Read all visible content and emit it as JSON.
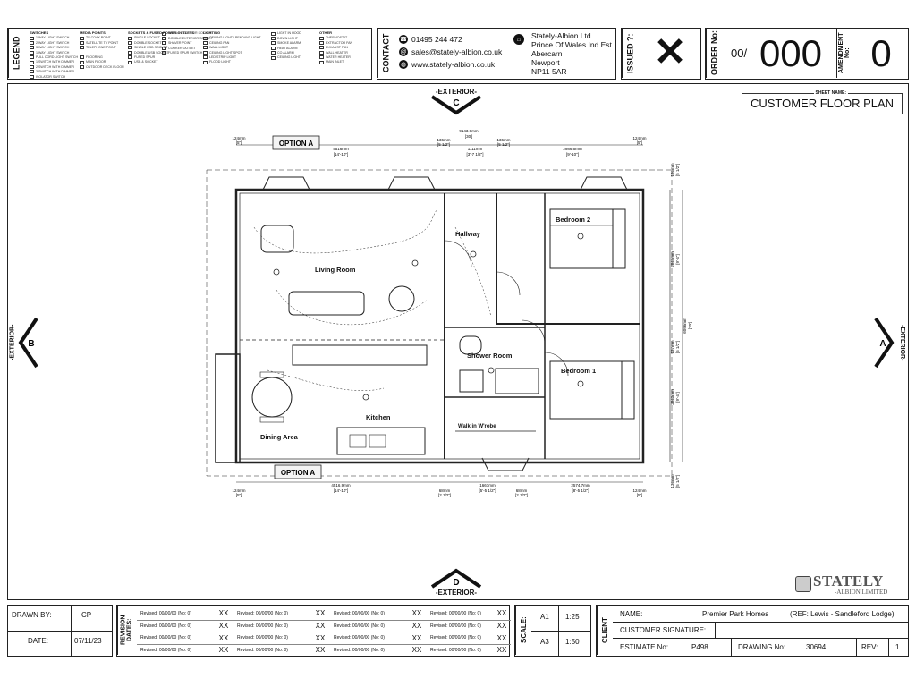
{
  "legend": {
    "label": "LEGEND",
    "columns": [
      {
        "title": "SWITCHES",
        "items": [
          "1 WAY LIGHT SWITCH",
          "2 WAY LIGHT SWITCH",
          "3 WAY LIGHT SWITCH",
          "1 WAY LIGHT SWITCH",
          "PULL CORD LIGHT SWITCH",
          "1 SWITCH WITH DIMMER",
          "2 SWITCH WITH DIMMER",
          "3 SWITCH WITH DIMMER",
          "ISOLATOR SWITCH"
        ]
      },
      {
        "title": "MEDIA POINTS",
        "items": [
          "TV COAX POINT",
          "SATELLITE TV POINT",
          "TELEPHONE POINT",
          "",
          "FLOORING",
          "MAIN FLOOR",
          "OUTDOOR DECK FLOOR"
        ]
      },
      {
        "title": "SOCKETS & FUSED POWER OUTLETS",
        "items": [
          "SINGLE SOCKET",
          "DOUBLE SOCKET",
          "SINGLE USB SOCKET",
          "DOUBLE USB SOCKET",
          "FUSED SPUR",
          "USB & SOCKET"
        ]
      },
      {
        "title": "",
        "items": [
          "SINGLE EXTERIOR SOCKET",
          "DOUBLE EXTERIOR SOCKET",
          "SHAVER POINT",
          "COOKER OUTLET",
          "FUSED SPUR SWITCH"
        ]
      },
      {
        "title": "LIGHTING",
        "items": [
          "CEILING LIGHT / PENDANT LIGHT",
          "CEILING FAN",
          "WALL LIGHT",
          "CEILING LIGHT SPOT",
          "LED STRIP LIGHT",
          "FLOOD LIGHT"
        ]
      },
      {
        "title": "",
        "items": [
          "LIGHT IN HOOD",
          "DOWN LIGHT",
          "SMOKE ALARM",
          "HEAT ALARM",
          "CO ALARM",
          "CEILING LIGHT"
        ]
      },
      {
        "title": "OTHER",
        "items": [
          "THERMOSTAT",
          "EXTRACTOR FAN",
          "EXHAUST FAN",
          "WALL HEATER",
          "WATER HEATER",
          "MAIN INLET"
        ]
      }
    ]
  },
  "contact": {
    "label": "CONTACT",
    "phone": "01495 244 472",
    "email": "sales@stately-albion.co.uk",
    "web": "www.stately-albion.co.uk",
    "address": [
      "Stately-Albion Ltd",
      "Prince Of Wales Ind Est",
      "Abercarn",
      "Newport",
      "NP11 5AR"
    ]
  },
  "issued": {
    "label": "ISSUED ?:",
    "value": "✕"
  },
  "order": {
    "label": "ORDER No:",
    "prefix": "00/",
    "value": "000"
  },
  "amendment": {
    "label": "AMENDMENT No:",
    "value": "0"
  },
  "sheet": {
    "label": "SHEET NAME:",
    "value": "CUSTOMER FLOOR PLAN"
  },
  "exterior": {
    "top": "-EXTERIOR-",
    "top_letter": "C",
    "bottom": "-EXTERIOR-",
    "bottom_letter": "D",
    "left": "-EXTERIOR-",
    "left_letter": "B",
    "right": "-EXTERIOR-",
    "right_letter": "A"
  },
  "plan": {
    "option_top": "OPTION A",
    "option_bottom": "OPTION A",
    "rooms": {
      "living": "Living Room",
      "hallway": "Hallway",
      "bed2": "Bedroom 2",
      "bed1": "Bedroom 1",
      "shower": "Shower Room",
      "kitchen": "Kitchen",
      "dining": "Dining Area",
      "wardrobe": "Walk in W'robe"
    },
    "dims_top": [
      {
        "mm": "124mm",
        "ft": "[5\"]"
      },
      {
        "mm": "4516mm",
        "ft": "[14'-10\"]"
      },
      {
        "mm": "136mm",
        "ft": "[5 1/2\"]"
      },
      {
        "mm": "1111mm",
        "ft": "[3'-7 1/2\"]"
      },
      {
        "mm": "136mm",
        "ft": "[5 1/2\"]"
      },
      {
        "mm": "2986.6mm",
        "ft": "[9'-10\"]"
      },
      {
        "mm": "124mm",
        "ft": "[5\"]"
      }
    ],
    "overall_top": {
      "mm": "9143.9mm",
      "ft": "[30']"
    },
    "dims_bottom": [
      {
        "mm": "124mm",
        "ft": "[5\"]"
      },
      {
        "mm": "4516.9mm",
        "ft": "[14'-10\"]"
      },
      {
        "mm": "68mm",
        "ft": "[2 1/2\"]"
      },
      {
        "mm": "1667mm",
        "ft": "[5'-5 1/2\"]"
      },
      {
        "mm": "68mm",
        "ft": "[2 1/2\"]"
      },
      {
        "mm": "2574.7mm",
        "ft": "[8'-5 1/2\"]"
      },
      {
        "mm": "124mm",
        "ft": "[5\"]"
      }
    ],
    "dims_right": [
      {
        "mm": "136mm",
        "ft": "[5 1/2\"]"
      },
      {
        "mm": "2849mm",
        "ft": "[9'-4\"]"
      },
      {
        "mm": "137mm",
        "ft": "[5 1/2\"]"
      },
      {
        "mm": "2843mm",
        "ft": "[9'-4\"]"
      },
      {
        "mm": "136mm",
        "ft": "[5 1/2\"]"
      }
    ],
    "overall_right": {
      "mm": "6096mm",
      "ft": "[20']"
    }
  },
  "logo": {
    "name": "STATELY",
    "sub": "-ALBION LIMITED"
  },
  "drawn_by": {
    "label": "DRAWN BY:",
    "value": "CP"
  },
  "date": {
    "label": "DATE:",
    "value": "07/11/23"
  },
  "revision": {
    "label": "REVISION DATES:",
    "rows": [
      [
        "Revised: 00/00/00  (No: 0)",
        "XX",
        "Revised: 00/00/00  (No: 0)",
        "XX",
        "Revised: 00/00/00  (No: 0)",
        "XX",
        "Revised: 00/00/00  (No: 0)",
        "XX"
      ],
      [
        "Revised: 00/00/00  (No: 0)",
        "XX",
        "Revised: 00/00/00  (No: 0)",
        "XX",
        "Revised: 00/00/00  (No: 0)",
        "XX",
        "Revised: 00/00/00  (No: 0)",
        "XX"
      ],
      [
        "Revised: 00/00/00  (No: 0)",
        "XX",
        "Revised: 00/00/00  (No: 0)",
        "XX",
        "Revised: 00/00/00  (No: 0)",
        "XX",
        "Revised: 00/00/00  (No: 0)",
        "XX"
      ],
      [
        "Revised: 00/00/00  (No: 0)",
        "XX",
        "Revised: 00/00/00  (No: 0)",
        "XX",
        "Revised: 00/00/00  (No: 0)",
        "XX",
        "Revised: 00/00/00  (No: 0)",
        "XX"
      ]
    ]
  },
  "scale": {
    "label": "SCALE:",
    "a1": "A1",
    "a1_val": "1:25",
    "a3": "A3",
    "a3_val": "1:50"
  },
  "client": {
    "label": "CLIENT",
    "name_label": "NAME:",
    "name_value": "Premier Park Homes",
    "ref": "(REF: Lewis - Sandleford Lodge)",
    "signature_label": "CUSTOMER SIGNATURE:",
    "estimate_label": "ESTIMATE No:",
    "estimate_value": "P498",
    "drawing_label": "DRAWING No:",
    "drawing_value": "30694",
    "rev_label": "REV:",
    "rev_value": "1"
  }
}
